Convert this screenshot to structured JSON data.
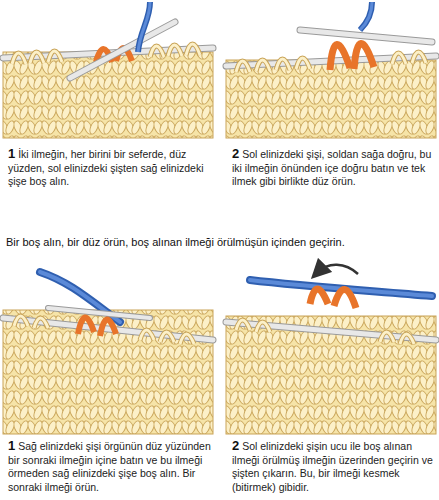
{
  "diagram": {
    "labels": [
      "1",
      "İki ilmeğin, her birini bir seferde, düz yüzden, sol elinizdeki şişten sağ elinizdeki şişe boş alın.",
      "2",
      "Sol elinizdeki şişi, soldan sağa doğru, bu iki ilmeğin önünden içe doğru batın ve tek ilmek gibi birlikte düz örün.",
      "Bir boş alın, bir düz örün, boş alınan ilmeği örülmüşün içinden geçirin.",
      "1",
      "Sağ elinizdeki şişi örgünün düz yüzünden bir sonraki ilmeğin içine batın ve bu ilmeği örmeden sağ elinizdeki şişe boş alın. Bir sonraki ilmeği örün.",
      "2",
      "Sol elinizdeki şişin ucu ile boş alınan ilmeği örülmüş ilmeğin üzerinden geçirin ve şişten çıkarın. Bu, bir ilmeği kesmek (bitirmek) gibidir."
    ]
  }
}
